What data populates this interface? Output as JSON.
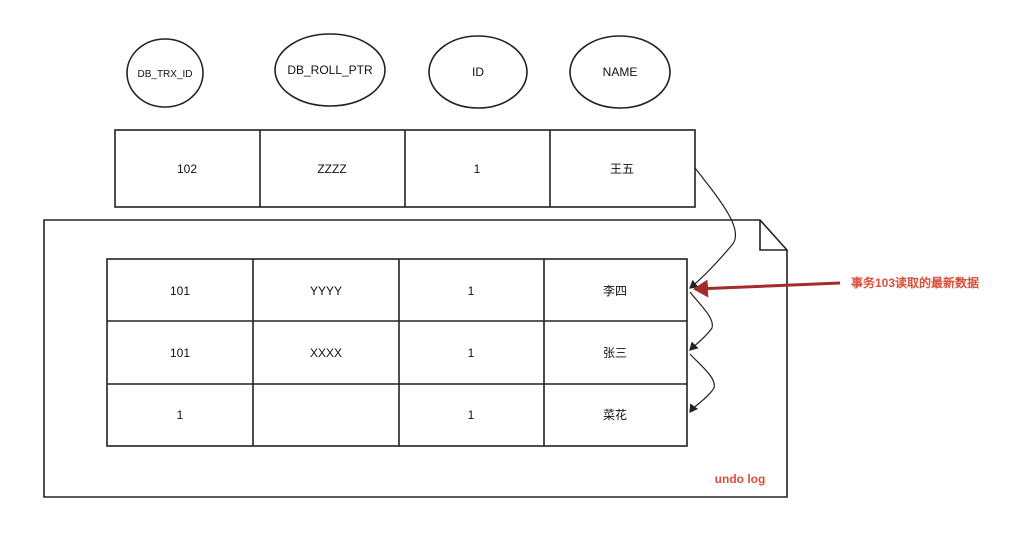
{
  "columns": [
    "DB_TRX_ID",
    "DB_ROLL_PTR",
    "ID",
    "NAME"
  ],
  "current_row": [
    "102",
    "ZZZZ",
    "1",
    "王五"
  ],
  "undo_log": {
    "label": "undo log",
    "rows": [
      [
        "101",
        "YYYY",
        "1",
        "李四"
      ],
      [
        "101",
        "XXXX",
        "1",
        "张三"
      ],
      [
        "1",
        "",
        "1",
        "菜花"
      ]
    ]
  },
  "annotation": {
    "text": "事务103读取的最新数据",
    "color": "#b22222"
  }
}
